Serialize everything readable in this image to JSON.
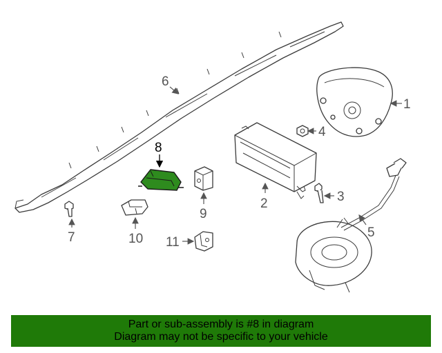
{
  "callouts": {
    "c1": "1",
    "c2": "2",
    "c3": "3",
    "c4": "4",
    "c5": "5",
    "c6": "6",
    "c7": "7",
    "c8": "8",
    "c9": "9",
    "c10": "10",
    "c11": "11"
  },
  "highlight_color": "#2e8b1e",
  "banner": {
    "color": "#1f7a08",
    "line1": "Part or sub-assembly is #8 in diagram",
    "line2": "Diagram may not be specific to your vehicle"
  }
}
